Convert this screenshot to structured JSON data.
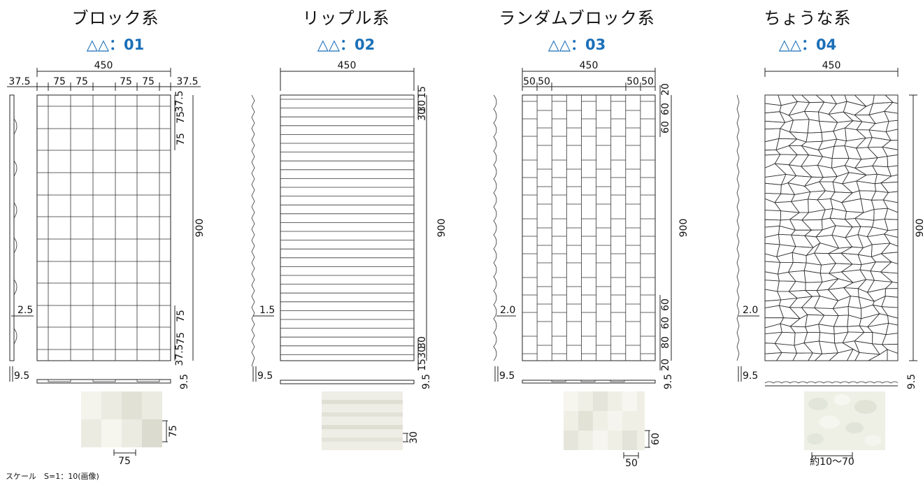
{
  "panels": [
    {
      "title": "ブロック系",
      "code": "△△：01",
      "dims": {
        "width": "450",
        "side_left": "37.5",
        "side_right": "37.5",
        "cell_a": "75",
        "cell_b": "75",
        "cell_c": "75",
        "cell_d": "75",
        "right_top_1": "37.5",
        "right_top_2": "75",
        "right_top_3": "75",
        "height": "900",
        "right_bottom_1": "75",
        "right_bottom_2": "75",
        "right_bottom_3": "37.5",
        "relief": "2.5",
        "thickness_left": "9.5",
        "thickness_right": "9.5",
        "sample_vertical": "75",
        "sample_horizontal": "75"
      }
    },
    {
      "title": "リップル系",
      "code": "△△：02",
      "dims": {
        "width": "450",
        "right_top_1": "15",
        "right_top_2": "30",
        "right_top_3": "30",
        "height": "900",
        "right_bottom_1": "30",
        "right_bottom_2": "30",
        "right_bottom_3": "15",
        "relief": "1.5",
        "thickness_left": "9.5",
        "thickness_right": "9.5",
        "sample_vertical": "30"
      }
    },
    {
      "title": "ランダムブロック系",
      "code": "△△：03",
      "dims": {
        "width": "450",
        "cell_a": "50",
        "cell_b": "50",
        "cell_c": "50",
        "cell_d": "50",
        "right_top_1": "20",
        "right_top_2": "60",
        "right_top_3": "60",
        "height": "900",
        "right_bottom_1": "60",
        "right_bottom_2": "60",
        "right_bottom_3": "80",
        "right_bottom_4": "20",
        "relief": "2.0",
        "thickness_left": "9.5",
        "thickness_right": "9.5",
        "sample_vertical": "60",
        "sample_horizontal": "50"
      }
    },
    {
      "title": "ちょうな系",
      "code": "△△：04",
      "dims": {
        "width": "450",
        "height": "900",
        "relief": "2.0",
        "thickness_left": "9.5",
        "thickness_right": "9.5",
        "sample_horizontal": "約10〜70"
      }
    }
  ],
  "footer": {
    "scale_note": "スケール　S=1：10(画像)"
  }
}
